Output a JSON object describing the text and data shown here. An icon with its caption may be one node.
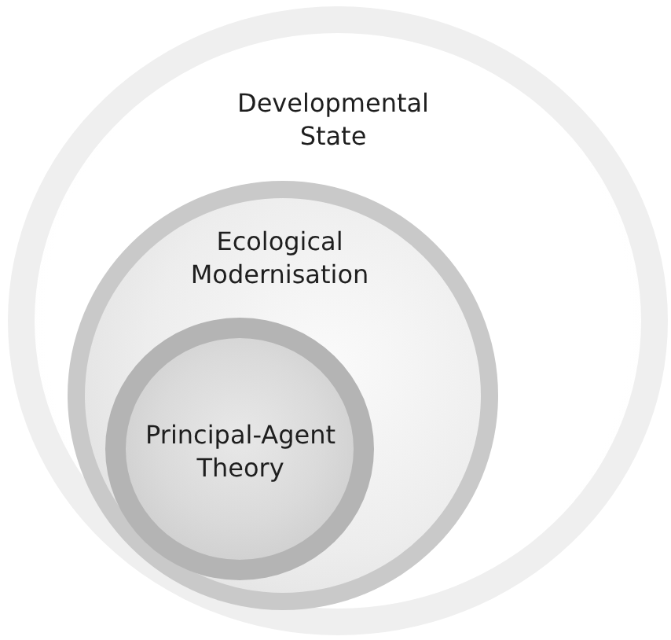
{
  "diagram": {
    "nodes": [
      {
        "text": [
          "Developmental State"
        ]
      },
      {
        "text": [
          "Ecological Modernisation"
        ],
        "in": 0
      },
      {
        "text": [
          "Principal-Agent Theory"
        ],
        "in": 1
      }
    ]
  }
}
